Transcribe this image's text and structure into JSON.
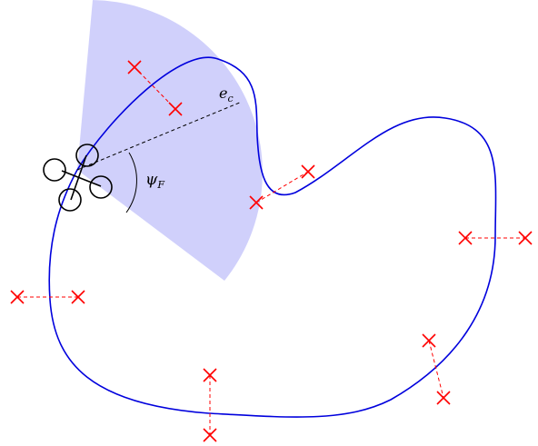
{
  "diagram": {
    "labels": {
      "camera_axis": "e",
      "camera_axis_sub": "c",
      "fov_angle": "ψ",
      "fov_angle_sub": "F"
    },
    "colors": {
      "track": "#0000dd",
      "fov_fill": "#c8c8fa",
      "gate": "#ff0000",
      "drone": "#000000",
      "axis": "#000000"
    },
    "gate_count": 6
  }
}
